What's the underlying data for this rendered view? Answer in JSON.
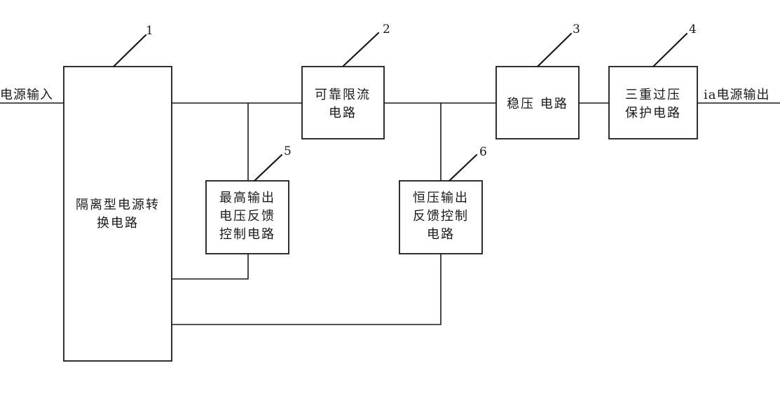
{
  "input_label": "电源输入",
  "output_label": "ia电源输出",
  "blocks": [
    {
      "id": "1",
      "lines": [
        "隔离型电源转",
        "换电路"
      ]
    },
    {
      "id": "2",
      "lines": [
        "可靠限流",
        "电路"
      ]
    },
    {
      "id": "3",
      "lines": [
        "稳压 电路"
      ]
    },
    {
      "id": "4",
      "lines": [
        "三重过压",
        "保护电路"
      ]
    },
    {
      "id": "5",
      "lines": [
        "最高输出",
        "电压反馈",
        "控制电路"
      ]
    },
    {
      "id": "6",
      "lines": [
        "恒压输出",
        "反馈控制",
        "电路"
      ]
    }
  ]
}
